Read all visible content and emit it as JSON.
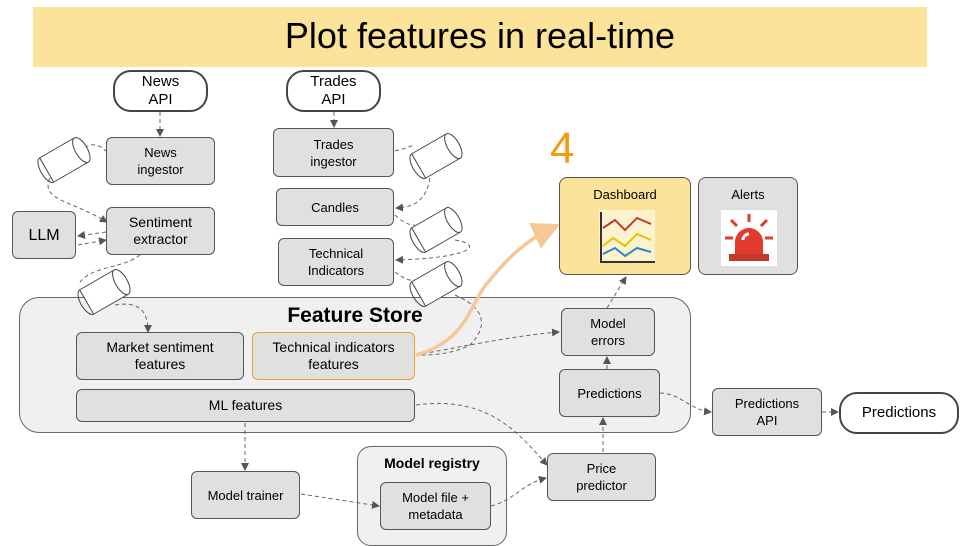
{
  "title": "Plot features in real-time",
  "step_number": "4",
  "colors": {
    "banner": "#fbe49a",
    "highlight_border": "#f0a030",
    "highlight_arrow": "#f6c896",
    "box_fill": "#e0e0e0",
    "store_fill": "#f0f0f0",
    "step_number": "#f39c12"
  },
  "sources": {
    "news_api": "News\nAPI",
    "trades_api": "Trades\nAPI"
  },
  "pipeline": {
    "news_ingestor": "News\ningestor",
    "sentiment_extractor": "Sentiment\nextractor",
    "llm": "LLM",
    "trades_ingestor": "Trades\ningestor",
    "candles": "Candles",
    "technical_indicators": "Technical\nIndicators"
  },
  "feature_store": {
    "title": "Feature Store",
    "market_sentiment": "Market sentiment\nfeatures",
    "technical_features": "Technical indicators\nfeatures",
    "ml_features": "ML features",
    "model_errors": "Model\nerrors",
    "predictions": "Predictions"
  },
  "outputs": {
    "dashboard": "Dashboard",
    "alerts": "Alerts",
    "predictions_api": "Predictions\nAPI",
    "predictions_out": "Predictions"
  },
  "training": {
    "model_trainer": "Model trainer",
    "registry_title": "Model registry",
    "model_file": "Model file +\nmetadata",
    "price_predictor": "Price\npredictor"
  },
  "icons": {
    "queue": "queue-cylinder-icon",
    "dashboard": "line-chart-icon",
    "alerts": "siren-icon"
  }
}
